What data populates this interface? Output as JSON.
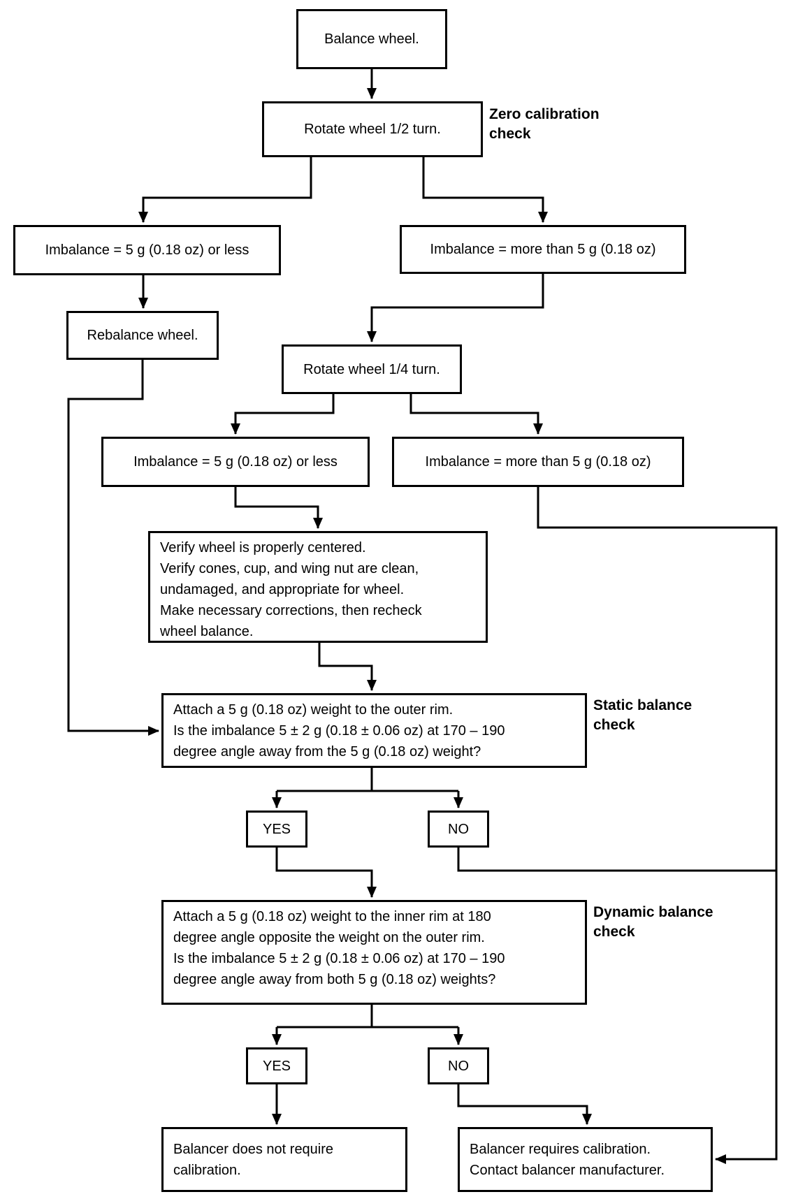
{
  "flowchart": {
    "nodes": {
      "balance_wheel": "Balance wheel.",
      "rotate_half_turn": "Rotate wheel 1/2 turn.",
      "imbalance_5g_or_less_1": "Imbalance = 5 g (0.18 oz) or less",
      "imbalance_more_than_5g_1": "Imbalance = more than 5 g (0.18 oz)",
      "rebalance_wheel": "Rebalance wheel.",
      "rotate_quarter_turn": "Rotate wheel 1/4 turn.",
      "imbalance_5g_or_less_2": "Imbalance = 5 g (0.18 oz) or less",
      "imbalance_more_than_5g_2": "Imbalance = more than 5 g (0.18 oz)",
      "verify_wheel": "Verify wheel is properly centered.\nVerify cones, cup, and wing nut are clean,\nundamaged, and appropriate for wheel.\nMake necessary corrections, then recheck\nwheel balance.",
      "static_check_question": "Attach a 5 g (0.18 oz) weight to the outer rim.\nIs the imbalance 5 ± 2 g (0.18 ± 0.06 oz) at 170 – 190\ndegree angle away from the 5 g (0.18 oz) weight?",
      "yes_static": "YES",
      "no_static": "NO",
      "dynamic_check_question": "Attach a 5 g (0.18 oz) weight to the inner rim at 180\ndegree angle opposite the weight on the outer rim.\nIs the imbalance 5 ± 2 g (0.18 ± 0.06 oz) at 170 – 190\ndegree angle away from both 5 g (0.18 oz) weights?",
      "yes_dynamic": "YES",
      "no_dynamic": "NO",
      "balancer_ok": "Balancer does not require\ncalibration.",
      "balancer_needs_calibration": "Balancer requires calibration.\nContact balancer manufacturer."
    },
    "section_labels": {
      "zero_calibration": "Zero calibration\ncheck",
      "static_balance": "Static balance\ncheck",
      "dynamic_balance": "Dynamic balance\ncheck"
    },
    "colors": {
      "line": "#000000",
      "background": "#ffffff"
    }
  }
}
